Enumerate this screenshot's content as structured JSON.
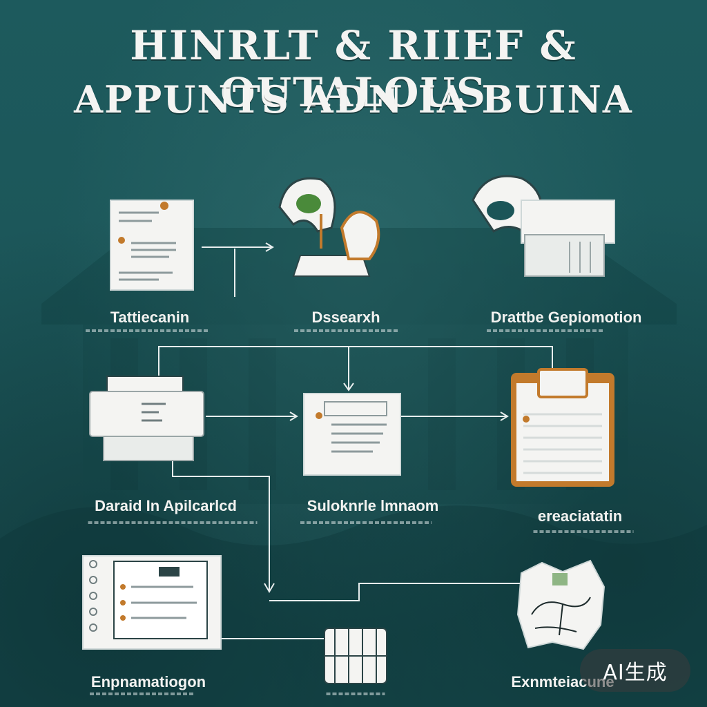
{
  "title": {
    "line1": "HINRLT & RIIEF & OUTALOUS",
    "line2": "APPUNTS ADN IA BUINA"
  },
  "steps": [
    {
      "label": "Tattiecanin",
      "icon": "document-icon"
    },
    {
      "label": "Dssearxh",
      "icon": "microscope-icon"
    },
    {
      "label": "Drattbe Gepiomotion",
      "icon": "lab-equipment-icon"
    },
    {
      "label": "Daraid In Apilcarlcd",
      "icon": "printer-icon"
    },
    {
      "label": "Suloknrle lmnaom",
      "icon": "form-document-icon"
    },
    {
      "label": "ereaciatatin",
      "icon": "clipboard-icon"
    },
    {
      "label": "Enpnamatiogon",
      "icon": "screen-panel-icon"
    },
    {
      "label": "",
      "icon": "box-icon"
    },
    {
      "label": "Exnmteiacune",
      "icon": "map-icon"
    }
  ],
  "watermark": "AI生成",
  "colors": {
    "background": "#1b5558",
    "panel": "#f4f4f2",
    "accent_orange": "#c27a2c",
    "accent_green": "#4a8a3a"
  }
}
